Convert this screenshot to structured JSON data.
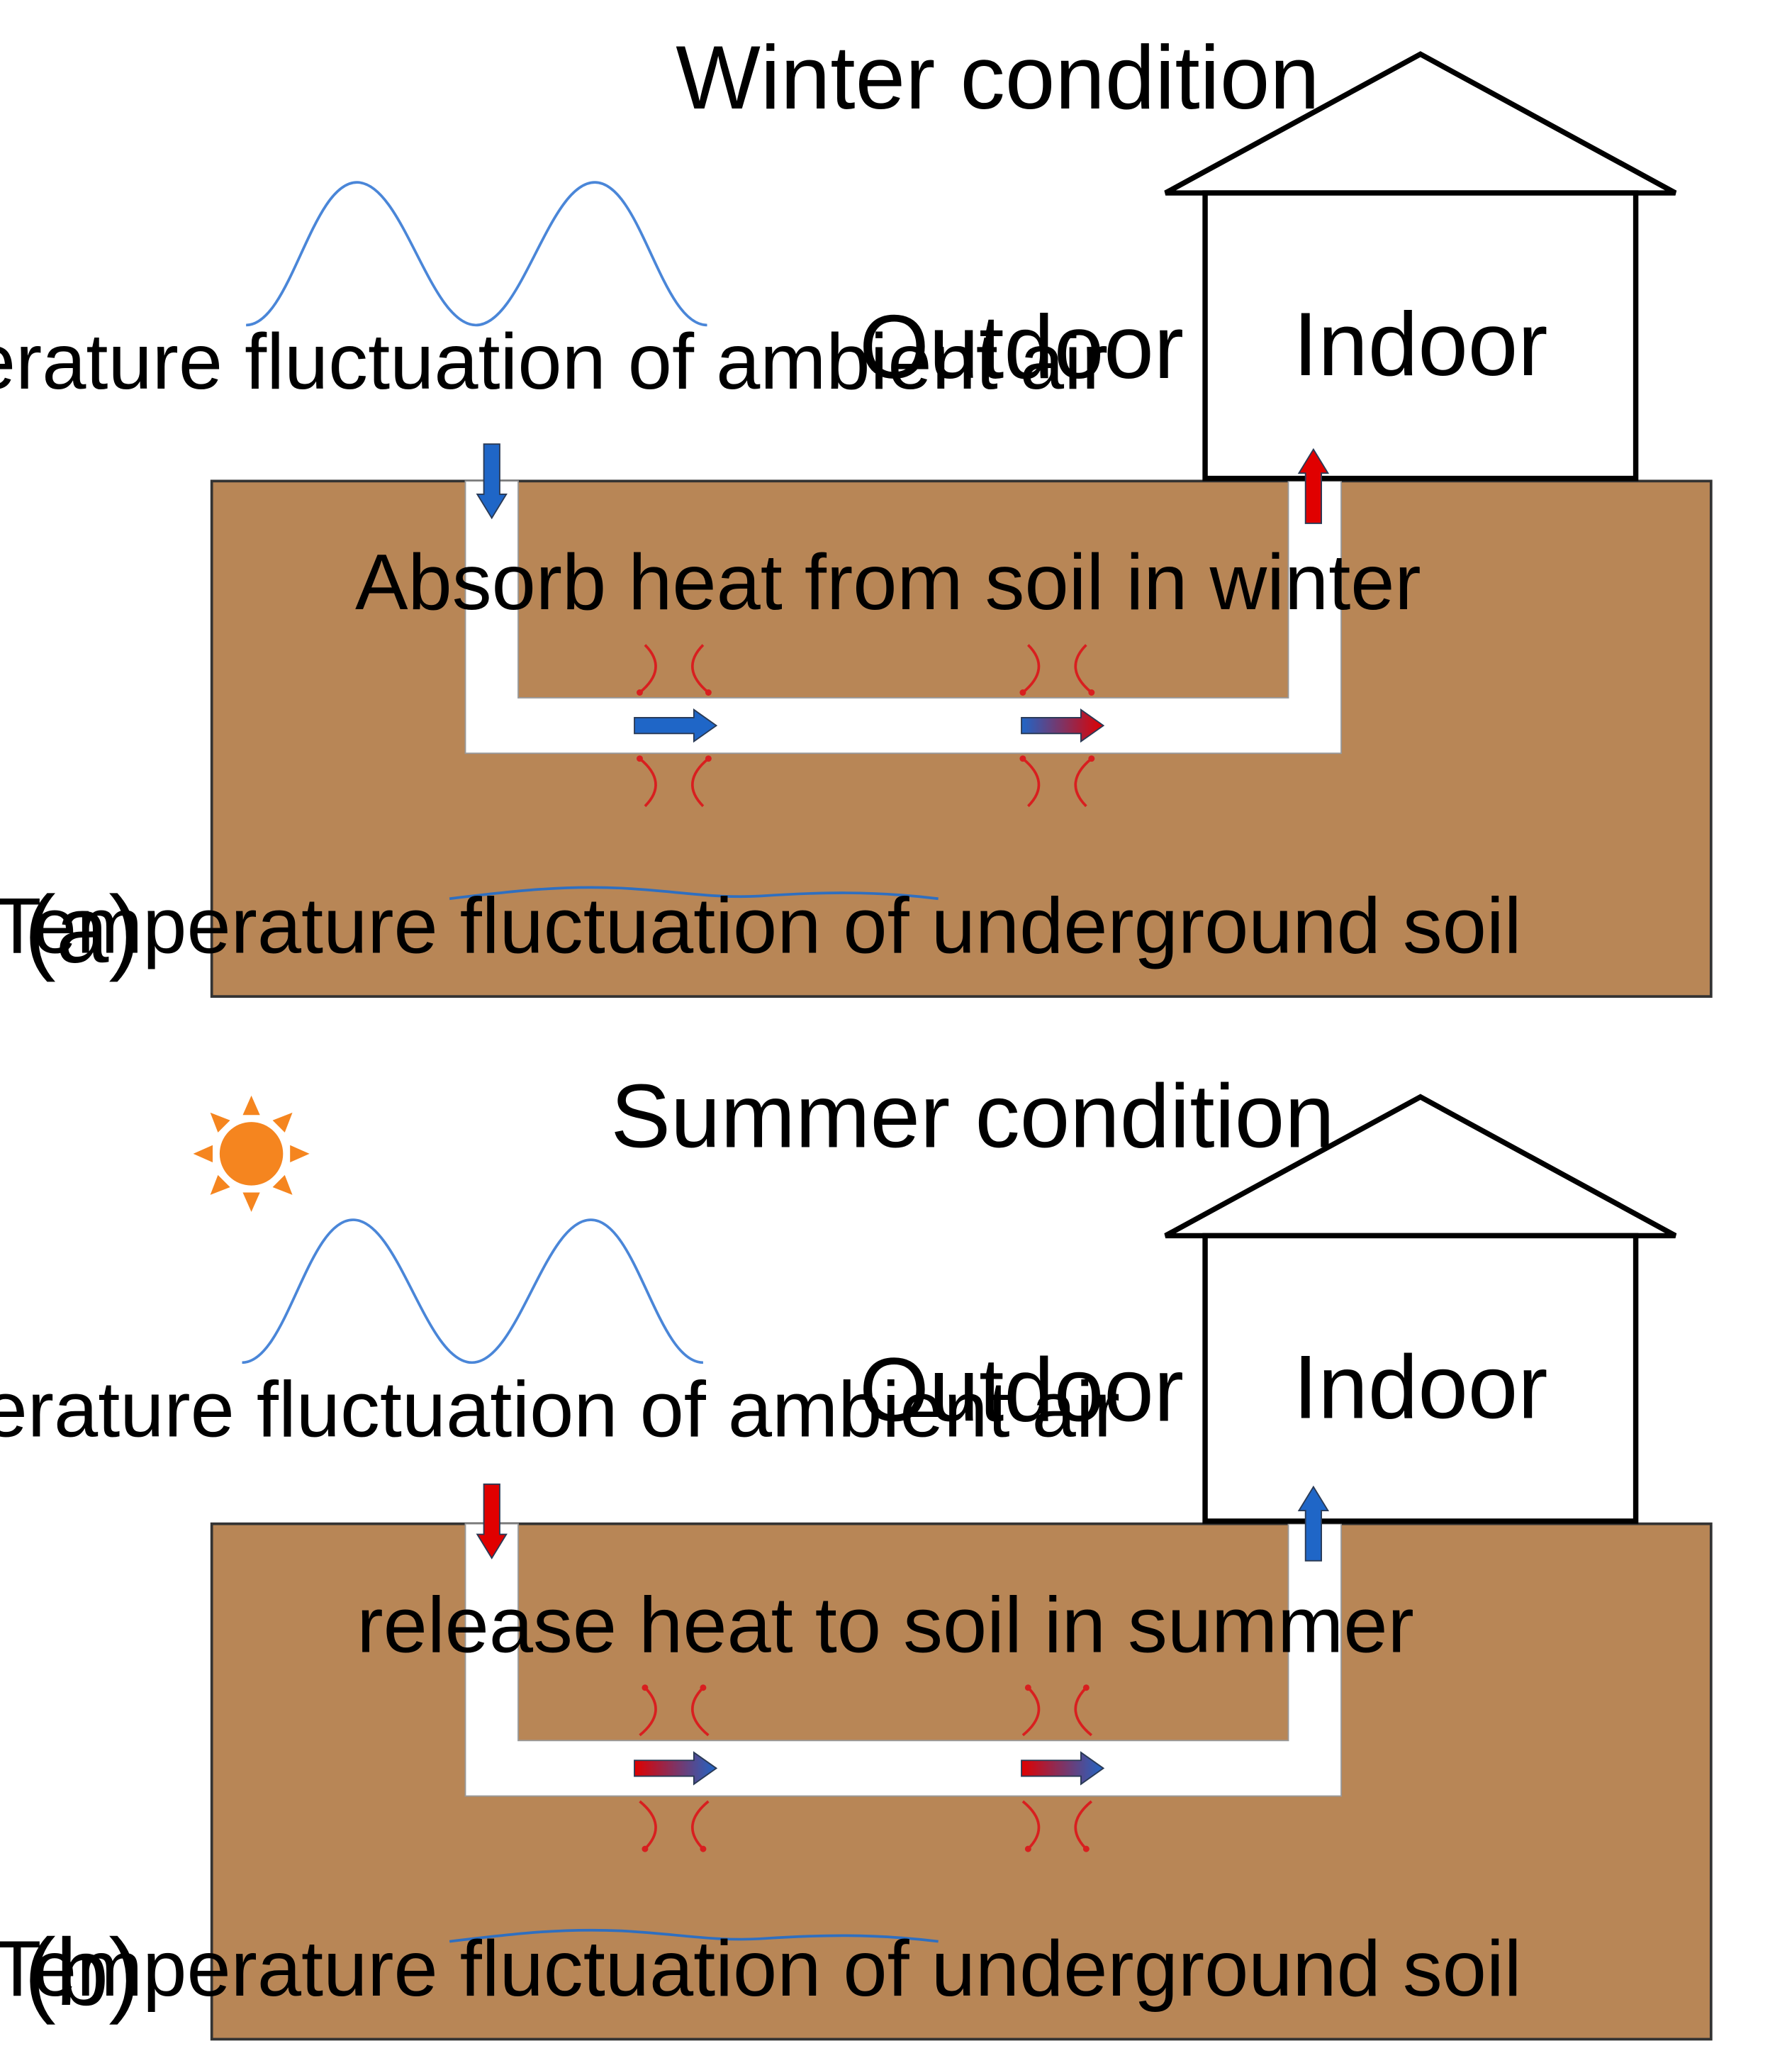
{
  "colors": {
    "soil": "#B88656",
    "soil_stroke": "#333333",
    "pipe": "#FFFFFF",
    "air_wave": "#4A86D8",
    "soil_wave": "#2F6FC0",
    "cold": "#1F66C7",
    "hot": "#E00000",
    "curl": "#D81F1F",
    "sun": "#F5851F"
  },
  "icons": {
    "sun": "sun-icon",
    "house": "house-icon",
    "flow_arrow": "arrow-icon",
    "heat_curl": "curved-arrow-icon"
  },
  "panels": [
    {
      "label": "(a)",
      "title": "Winter condition",
      "outdoor": "Outdoor",
      "indoor": "Indoor",
      "air_wave_label": "Temperature  fluctuation of ambient air",
      "pipe_label": "Absorb heat from soil in winter",
      "soil_wave_label": "Temperature  fluctuation of underground soil",
      "inlet_arrow": "cold",
      "outlet_arrow": "hot",
      "pipe_arrow_1": [
        "cold",
        "cold"
      ],
      "pipe_arrow_2": [
        "cold",
        "hot"
      ],
      "heat_flow": "into-pipe",
      "sun": false
    },
    {
      "label": "(b)",
      "title": "Summer condition",
      "outdoor": "Outdoor",
      "indoor": "Indoor",
      "air_wave_label": "Temperature  fluctuation of ambient air",
      "pipe_label": "release heat to soil in summer",
      "soil_wave_label": "Temperature  fluctuation of underground soil",
      "inlet_arrow": "hot",
      "outlet_arrow": "cold",
      "pipe_arrow_1": [
        "hot",
        "cold"
      ],
      "pipe_arrow_2": [
        "hot",
        "cold"
      ],
      "heat_flow": "out-of-pipe",
      "sun": true
    }
  ]
}
